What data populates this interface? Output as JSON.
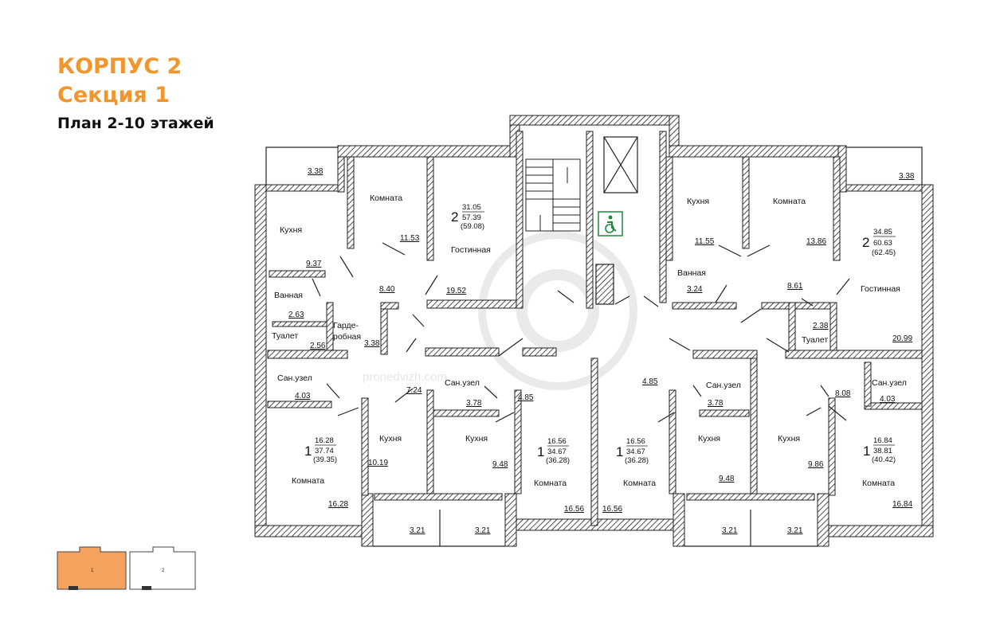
{
  "header": {
    "building": "КОРПУС 2",
    "section": "Секция 1",
    "plan": "План 2-10 этажей"
  },
  "watermark": "pronedvizh.com",
  "rooms": {
    "balcony_tl": "3.38",
    "balcony_tr": "3.38",
    "kitchen_a": "Кухня",
    "room_a": "Комната",
    "room_a_area": "11.53",
    "kitchen_a_area": "9.37",
    "hall_a_area": "8.40",
    "living_a": "Гостинная",
    "living_a_area": "19.52",
    "bath_a": "Ванная",
    "bath_a_area": "2.63",
    "toilet_a": "Туалет",
    "toilet_a_area": "2.56",
    "wardrobe_1": "Гарде-",
    "wardrobe_2": "робная",
    "wardrobe_area": "3.38",
    "kitchen_b": "Кухня",
    "kitchen_b_area": "11.55",
    "room_b": "Комната",
    "room_b_area": "13.86",
    "bath_b": "Ванная",
    "bath_b_area": "3.24",
    "hall_b_area": "8.61",
    "toilet_b": "Туалет",
    "toilet_b_area": "2.38",
    "living_b": "Гостинная",
    "living_b_area": "20.99",
    "sanuzel_1": "Сан.узел",
    "sanuzel_1_area": "4.03",
    "hall_c_area": "7.24",
    "sanuzel_2": "Сан.узел",
    "sanuzel_2_area": "3.78",
    "hall_d_area": "4.85",
    "hall_e_area": "4.85",
    "sanuzel_3": "Сан.узел",
    "sanuzel_3_area": "3.78",
    "hall_f_area": "8.08",
    "sanuzel_4": "Сан.узел",
    "sanuzel_4_area": "4.03",
    "kitchen_1": "Кухня",
    "kitchen_1_area": "10.19",
    "room_1": "Комната",
    "room_1_area": "16.28",
    "kitchen_2": "Кухня",
    "kitchen_2_area": "9.48",
    "room_2": "Комната",
    "room_2_area": "16.56",
    "room_3": "Комната",
    "room_3_area": "16.56",
    "kitchen_3": "Кухня",
    "kitchen_3_area": "9.48",
    "kitchen_4": "Кухня",
    "kitchen_4_area": "9.86",
    "room_4": "Комната",
    "room_4_area": "16.84",
    "loggia_1": "3.21",
    "loggia_2": "3.21",
    "loggia_3": "3.21",
    "loggia_4": "3.21"
  },
  "apartments": {
    "apt_a": {
      "rooms": "2",
      "living": "31.05",
      "total": "57.39",
      "with_balcony": "(59.08)"
    },
    "apt_b": {
      "rooms": "2",
      "living": "34.85",
      "total": "60.63",
      "with_balcony": "(62.45)"
    },
    "apt_1": {
      "rooms": "1",
      "living": "16.28",
      "total": "37.74",
      "with_balcony": "(39.35)"
    },
    "apt_2": {
      "rooms": "1",
      "living": "16.56",
      "total": "34.67",
      "with_balcony": "(36.28)"
    },
    "apt_3": {
      "rooms": "1",
      "living": "16.56",
      "total": "34.67",
      "with_balcony": "(36.28)"
    },
    "apt_4": {
      "rooms": "1",
      "living": "16.84",
      "total": "38.81",
      "with_balcony": "(40.42)"
    }
  },
  "minimap": {
    "section_1": "1",
    "section_2": "2"
  },
  "colors": {
    "accent": "#f0962e",
    "wall": "#222222",
    "accessible": "#1a8a3a",
    "minimap_fill": "#f4a35e"
  },
  "icons": {
    "accessible": "wheelchair-icon",
    "stairs": "stairs-icon",
    "elevator": "elevator-icon"
  }
}
